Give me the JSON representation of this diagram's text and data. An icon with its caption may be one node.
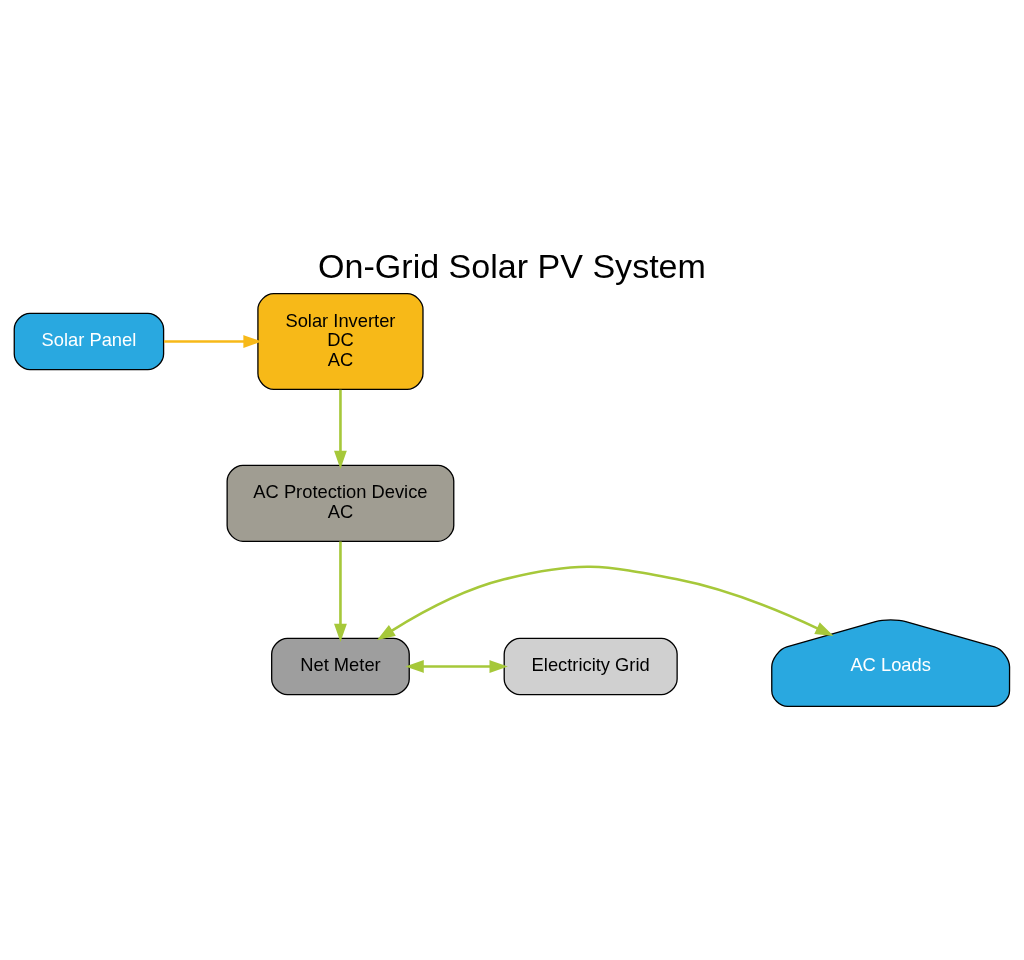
{
  "diagram": {
    "title": "On-Grid Solar PV System",
    "nodes": [
      {
        "text": [
          "Solar Panel"
        ]
      },
      {
        "text": [
          "Solar Inverter",
          "DC",
          "AC"
        ]
      },
      {
        "text": [
          "AC Protection Device",
          "AC"
        ]
      },
      {
        "text": [
          "AC Loads"
        ]
      },
      {
        "text": [
          "Net Meter"
        ]
      },
      {
        "text": [
          "Electricity Grid"
        ]
      }
    ],
    "edges": [
      {
        "from": 0,
        "to": 1,
        "arrow": "to",
        "color": "#f7b918"
      },
      {
        "from": 1,
        "to": 2,
        "arrow": "to"
      },
      {
        "from": 2,
        "to": 4,
        "arrow": "to"
      },
      {
        "from": 4,
        "to": 3,
        "arrow": "both"
      },
      {
        "from": 4,
        "to": 5,
        "arrow": "both"
      }
    ]
  }
}
